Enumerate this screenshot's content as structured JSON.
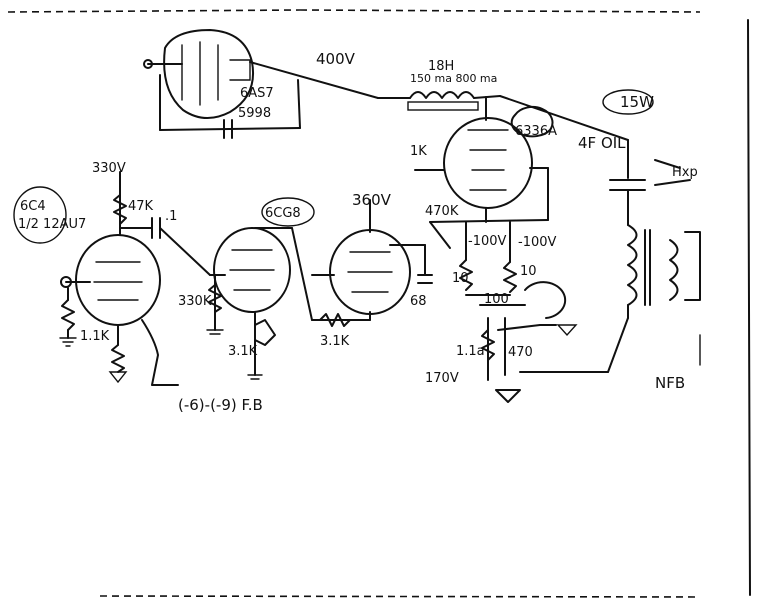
{
  "schematic": {
    "power_tube": {
      "type": "6AS7",
      "alt": "5998",
      "b_plus": "400V"
    },
    "choke": {
      "inductance": "18H",
      "rating": "150 ma 800 ma"
    },
    "output_tube": {
      "type": "6336A",
      "grid_resistor": "1K",
      "bias_resistor": "470K",
      "grid_bias": "-100V",
      "cathode_bias": "-100V",
      "resistor_a": "10",
      "resistor_b": "10",
      "resistor_c": "100",
      "resistor_d": "470"
    },
    "output_cap": {
      "value": "4F OIL"
    },
    "power_rating": "15W",
    "speaker": {
      "label": "Hxp"
    },
    "input_stage": {
      "type": "6C4",
      "alt": "1/2 12AU7",
      "b_plus": "330V",
      "plate_resistor": "47K",
      "grid_resistor": "1.1K",
      "cathode_resistor": "1.1K",
      "coupling_cap": ".1"
    },
    "driver_stage": {
      "type": "6CG8",
      "grid_resistor": "330K",
      "cathode_resistor": "3.1K"
    },
    "phase_stage": {
      "b_plus": "360V",
      "cathode_resistor": "3.1K",
      "cap": "68"
    },
    "feedback_note": "(-6)-(-9) F.B",
    "nfb_label": "NFB",
    "misc_labels": {
      "bias_supply": "1.1a",
      "bias_voltage": "170V"
    }
  }
}
